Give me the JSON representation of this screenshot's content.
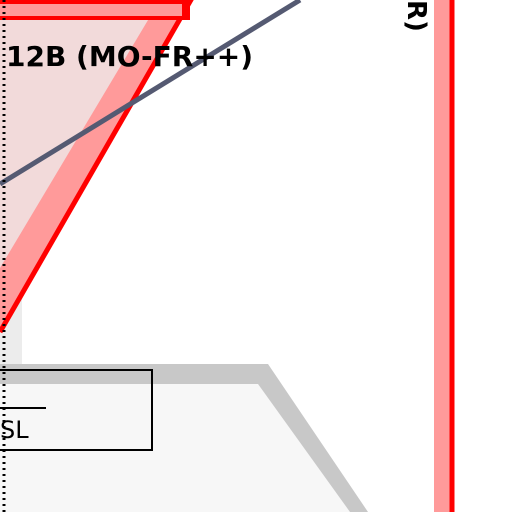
{
  "labels": {
    "red_triangle": "12B (MO-FR++)",
    "right_bar_fragment": "R)",
    "box_fragment": "SL"
  },
  "colors": {
    "red": "#ff0000",
    "red_light": "#ff9a9a",
    "red_fill": "#f2dada",
    "slate_line": "#555a72",
    "gray": "#c8c8c8",
    "gray_fill": "#f7f7f7",
    "left_band": "#ececec",
    "text": "#000000"
  }
}
